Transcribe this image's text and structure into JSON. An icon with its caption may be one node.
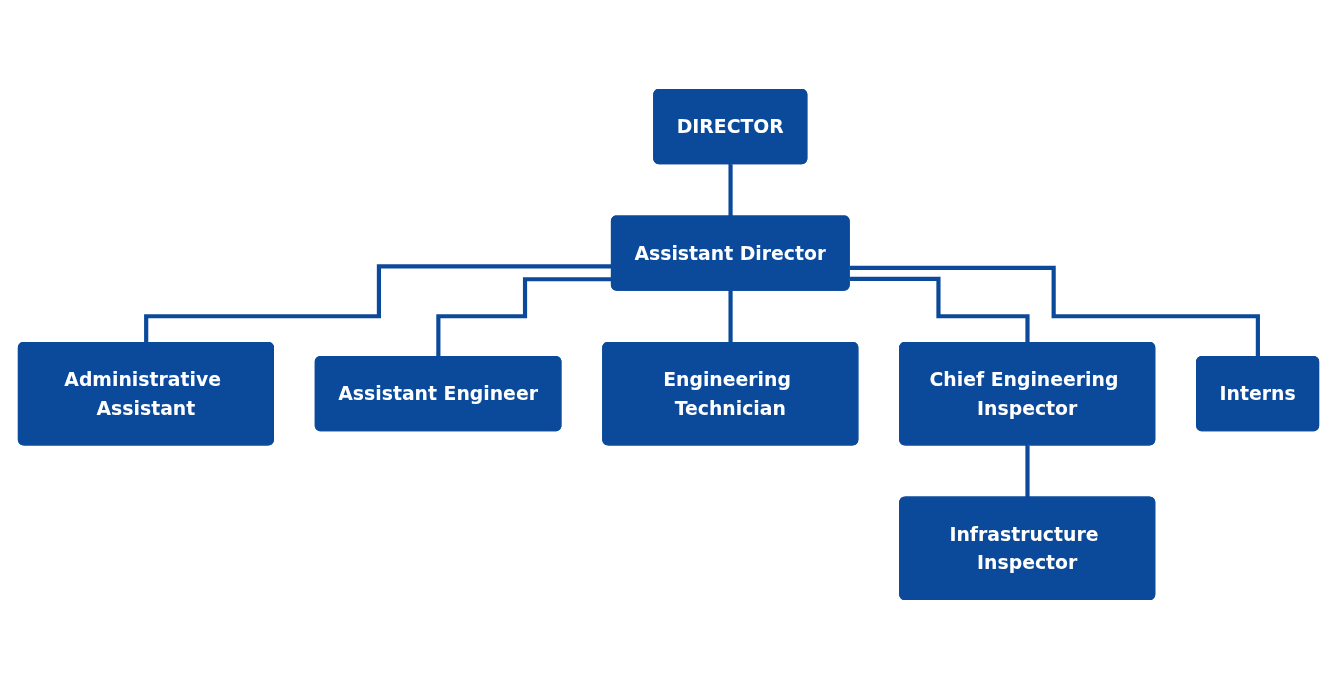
{
  "diagram": {
    "nodes": [
      {
        "text": [
          "DIRECTOR"
        ]
      },
      {
        "text": [
          "Assistant Director"
        ]
      },
      {
        "text": [
          "Administrative Assistant"
        ]
      },
      {
        "text": [
          "Assistant Engineer"
        ]
      },
      {
        "text": [
          "Engineering Technician"
        ]
      },
      {
        "text": [
          "Chief Engineering Inspector"
        ]
      },
      {
        "text": [
          "Interns"
        ]
      },
      {
        "text": [
          "Infrastructure Inspector"
        ]
      }
    ],
    "edges": [
      {
        "from": 0,
        "to": 1,
        "arrow": "none"
      },
      {
        "from": 1,
        "to": 2,
        "arrow": "none"
      },
      {
        "from": 1,
        "to": 3,
        "arrow": "none"
      },
      {
        "from": 1,
        "to": 4,
        "arrow": "none"
      },
      {
        "from": 1,
        "to": 5,
        "arrow": "none"
      },
      {
        "from": 1,
        "to": 6,
        "arrow": "none"
      },
      {
        "from": 5,
        "to": 7,
        "arrow": "none"
      }
    ]
  }
}
